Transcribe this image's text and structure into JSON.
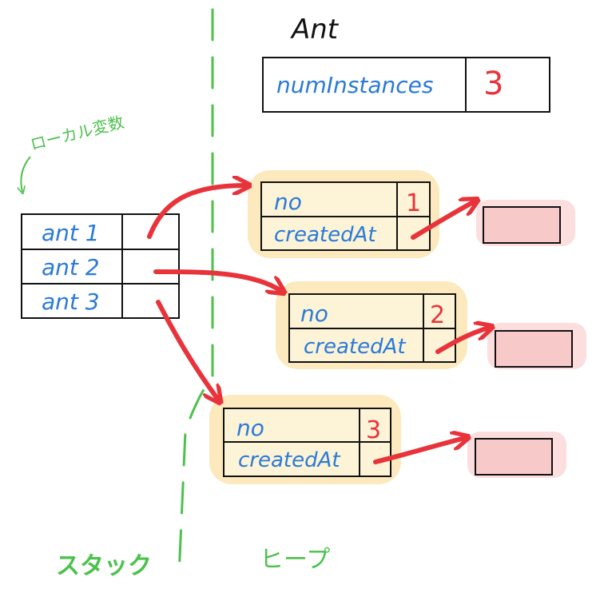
{
  "class_box": {
    "title": "Ant",
    "field_name": "numInstances",
    "field_value": "3"
  },
  "local_variables_label": "ローカル変数",
  "stack_label": "スタック",
  "heap_label": "ヒープ",
  "stack_vars": [
    {
      "name": "ant 1"
    },
    {
      "name": "ant 2"
    },
    {
      "name": "ant 3"
    }
  ],
  "objects": [
    {
      "no_label": "no",
      "no_value": "1",
      "created_label": "createdAt"
    },
    {
      "no_label": "no",
      "no_value": "2",
      "created_label": "createdAt"
    },
    {
      "no_label": "no",
      "no_value": "3",
      "created_label": "createdAt"
    }
  ],
  "colors": {
    "arrow": "#e8333a",
    "text_blue": "#2a7ad8",
    "divider_green": "#4cc14c",
    "object_highlight": "#fbe6b3",
    "date_box_pink": "#f7c9c9"
  }
}
